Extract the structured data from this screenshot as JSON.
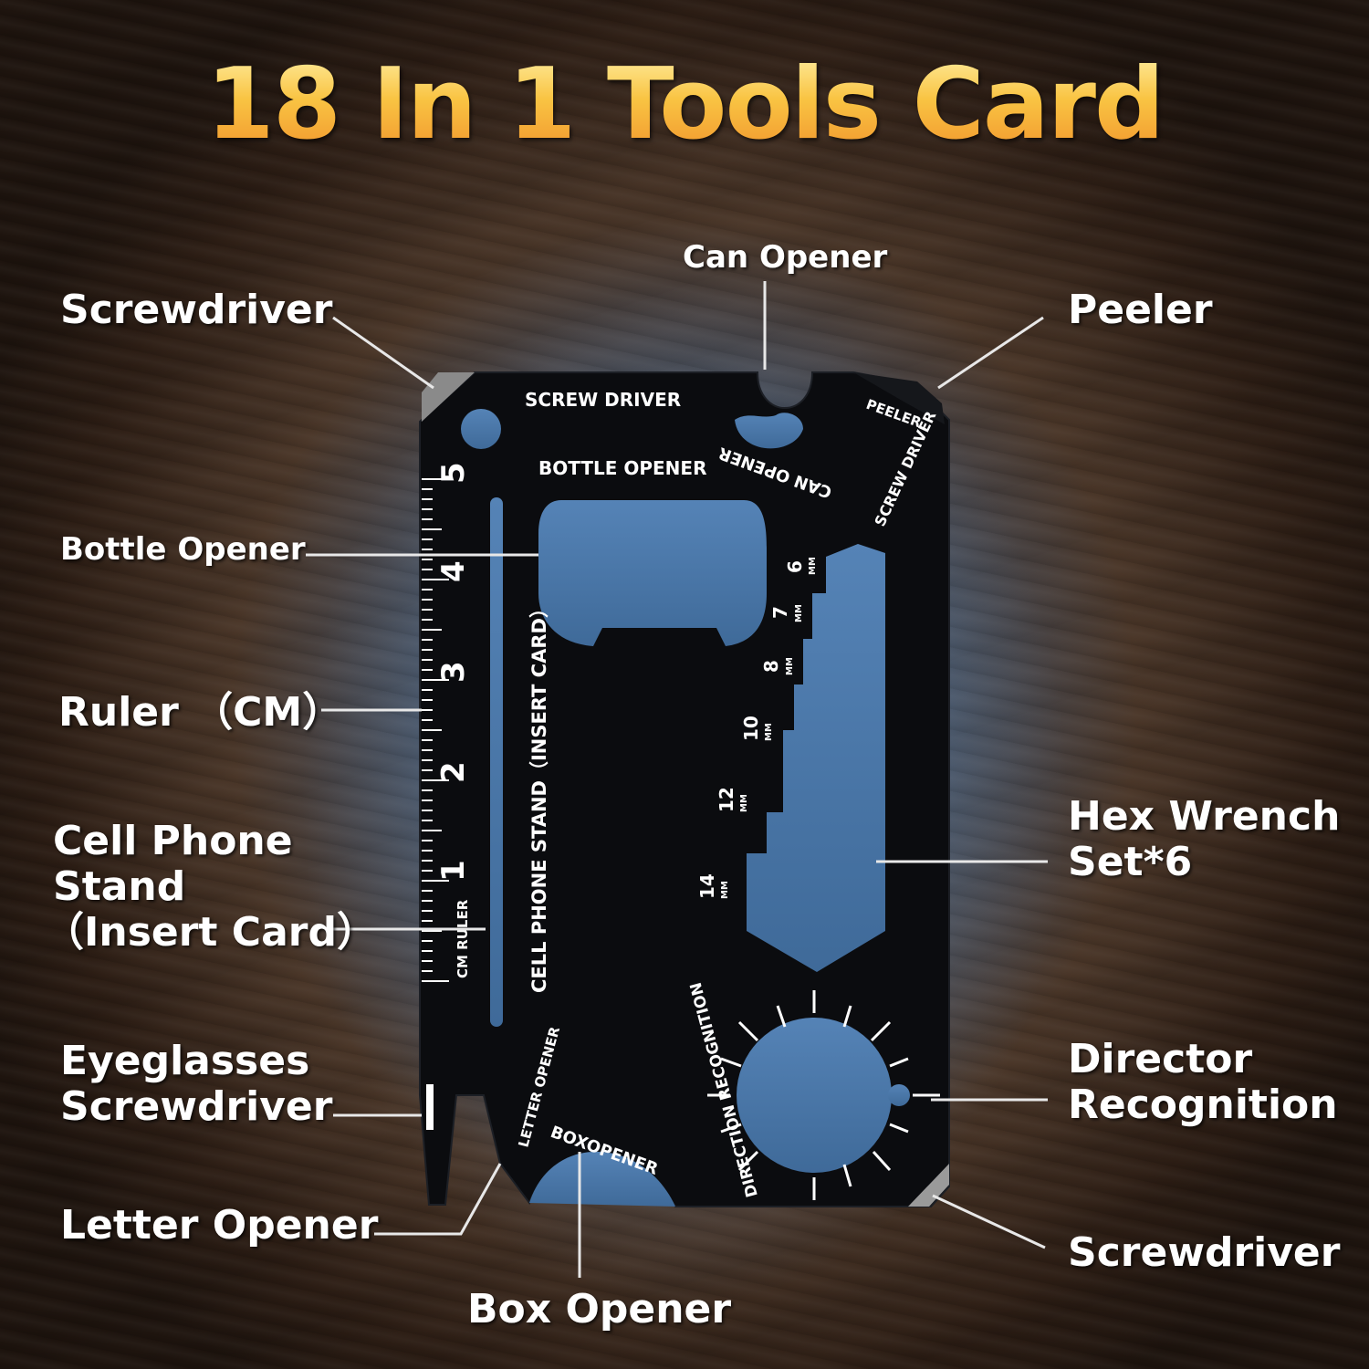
{
  "title": "18 In 1 Tools Card",
  "colors": {
    "title_top": "#fff1a8",
    "title_bottom": "#f0902a",
    "card": "#0b0c0f",
    "cutout": "#4a78ab",
    "leader": "#e6e6e6"
  },
  "labels": {
    "screwdriver_top": "Screwdriver",
    "can_opener": "Can Opener",
    "peeler": "Peeler",
    "bottle_opener": "Bottle Opener",
    "ruler": "Ruler （CM）",
    "cell_phone_stand": [
      "Cell Phone",
      "Stand",
      "（Insert Card）"
    ],
    "hex_wrench": [
      "Hex Wrench",
      "Set*6"
    ],
    "eyeglasses_screwdriver": [
      "Eyeglasses",
      "Screwdriver"
    ],
    "director_recognition": [
      "Director",
      "Recognition"
    ],
    "letter_opener": "Letter Opener",
    "screwdriver_bottom": "Screwdriver",
    "box_opener": "Box Opener"
  },
  "card": {
    "screw_driver": "SCREW DRIVER",
    "bottle_opener": "BOTTLE OPENER",
    "can_opener": "CAN OPENER",
    "peeler": "PEELER",
    "screw_driver_2": "SCREW DRIVER",
    "cell_phone_stand": "CELL PHONE STAND（INSERT CARD）",
    "cm_ruler": "CM RULER",
    "letter_opener": "LETTER OPENER",
    "box_opener": "BOXOPENER",
    "direction": "DIRECTION RECOGNITION",
    "ruler_numbers": [
      "5",
      "4",
      "3",
      "2",
      "1"
    ],
    "wrench_sizes": [
      {
        "value": "6",
        "unit": "MM"
      },
      {
        "value": "7",
        "unit": "MM"
      },
      {
        "value": "8",
        "unit": "MM"
      },
      {
        "value": "10",
        "unit": "MM"
      },
      {
        "value": "12",
        "unit": "MM"
      },
      {
        "value": "14",
        "unit": "MM"
      }
    ]
  }
}
